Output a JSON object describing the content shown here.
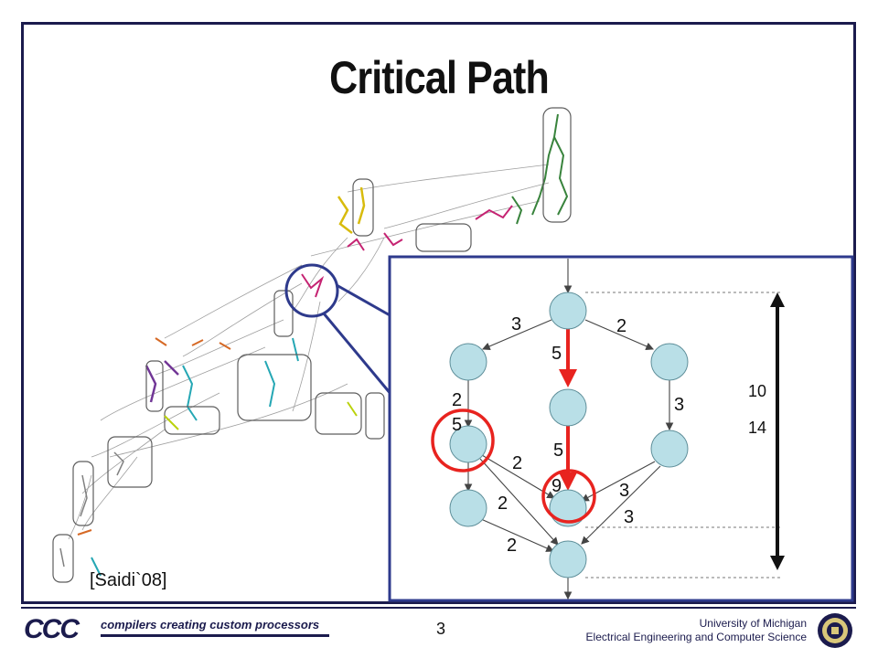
{
  "slide": {
    "title": "Critical Path",
    "citation": "[Saidi`08]",
    "number": "3"
  },
  "footer": {
    "logo_letters": "CCC",
    "tagline": "compilers creating custom processors",
    "institution_line1": "University of Michigan",
    "institution_line2": "Electrical Engineering and Computer Science"
  },
  "diagram": {
    "edge_weights": {
      "top_left": "3",
      "top_right": "2",
      "top_middle": "5",
      "left_upper": "2",
      "left_upper_hidden": "5",
      "right_upper": "3",
      "middle_upper": "5",
      "cross_left": "2",
      "middle_lower": "9",
      "right_lower_a": "3",
      "left_lower": "2",
      "right_lower_b": "3",
      "bottom_left": "2"
    },
    "path_lengths": {
      "first": "10",
      "second": "14"
    }
  },
  "colors": {
    "frame": "#1b1b4d",
    "node_fill": "#b9dfe7",
    "critical_path": "#e8231f",
    "highlight_circle": "#2e3a8c"
  }
}
